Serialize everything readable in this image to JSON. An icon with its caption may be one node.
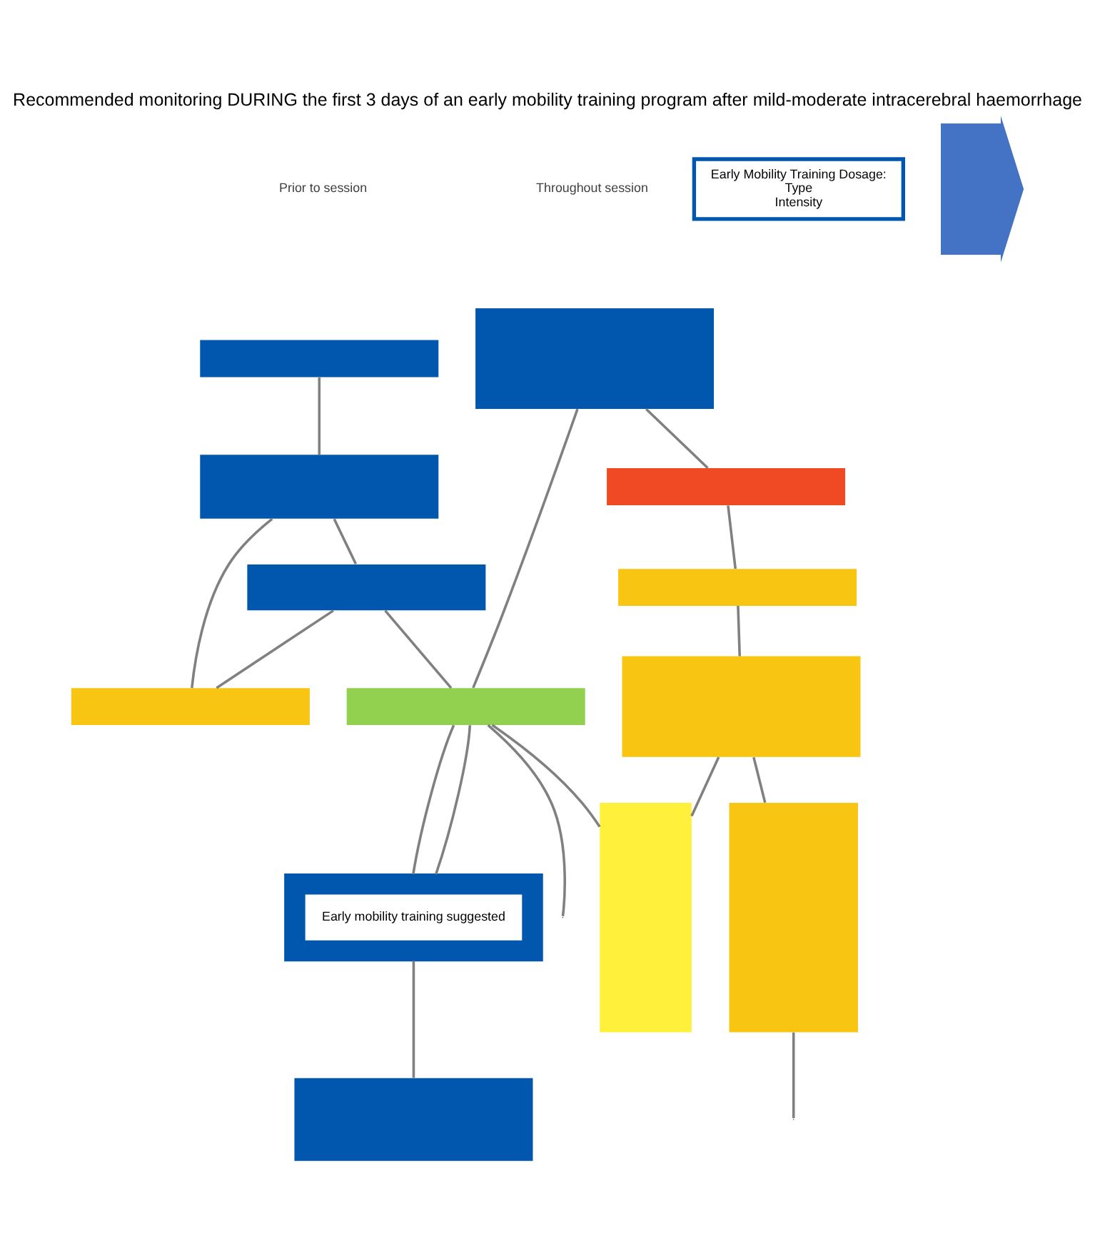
{
  "diagram": {
    "title": "Recommended monitoring DURING the first 3 days of an early mobility training program after mild-moderate intracerebral haemorrhage",
    "nodes": [
      {
        "text": [],
        "shape": "box"
      },
      {
        "text": [],
        "shape": "box"
      },
      {
        "text": [],
        "shape": "box"
      },
      {
        "text": [],
        "shape": "box"
      },
      {
        "text": [],
        "shape": "box"
      },
      {
        "text": [],
        "shape": "box"
      },
      {
        "text": [
          "Early mobility training suggested"
        ],
        "in": 5
      },
      {
        "text": [],
        "shape": "box"
      },
      {
        "text": [],
        "shape": "box"
      },
      {
        "text": [],
        "shape": "box"
      },
      {
        "text": [],
        "shape": "box"
      },
      {
        "text": [],
        "shape": "box"
      },
      {
        "text": [],
        "shape": "box"
      },
      {
        "text": [],
        "shape": "box"
      },
      {
        "text": [
          "Early Mobility Training Dosage:",
          "Type",
          "Intensity"
        ]
      },
      {
        "text": [],
        "shape": "arrow"
      }
    ],
    "edges": [
      {
        "from": 0,
        "to": 1,
        "arrow": "none"
      },
      {
        "from": 1,
        "to": 2,
        "arrow": "none"
      },
      {
        "from": 2,
        "to": 3,
        "arrow": "none"
      },
      {
        "from": 1,
        "to": 3,
        "arrow": "none"
      },
      {
        "from": 2,
        "to": 4,
        "arrow": "none"
      },
      {
        "from": 8,
        "to": 4,
        "arrow": "none"
      },
      {
        "from": 8,
        "to": 9,
        "arrow": "none"
      },
      {
        "from": 9,
        "to": 10,
        "arrow": "none"
      },
      {
        "from": 10,
        "to": 11,
        "arrow": "none"
      },
      {
        "from": 11,
        "to": 12,
        "arrow": "none"
      },
      {
        "from": 11,
        "to": 13,
        "arrow": "none"
      },
      {
        "from": 4,
        "to": 5,
        "arrow": "none"
      },
      {
        "from": 4,
        "to": 5,
        "arrow": "none"
      },
      {
        "from": 5,
        "to": 7,
        "arrow": "none"
      },
      {
        "from": 4,
        "to": 12,
        "arrow": "none"
      },
      {
        "from": 4,
        "to": null,
        "arrow": "none"
      },
      {
        "from": 13,
        "to": null,
        "arrow": "none"
      }
    ],
    "labels": [
      "Prior to session",
      "Throughout session"
    ]
  }
}
